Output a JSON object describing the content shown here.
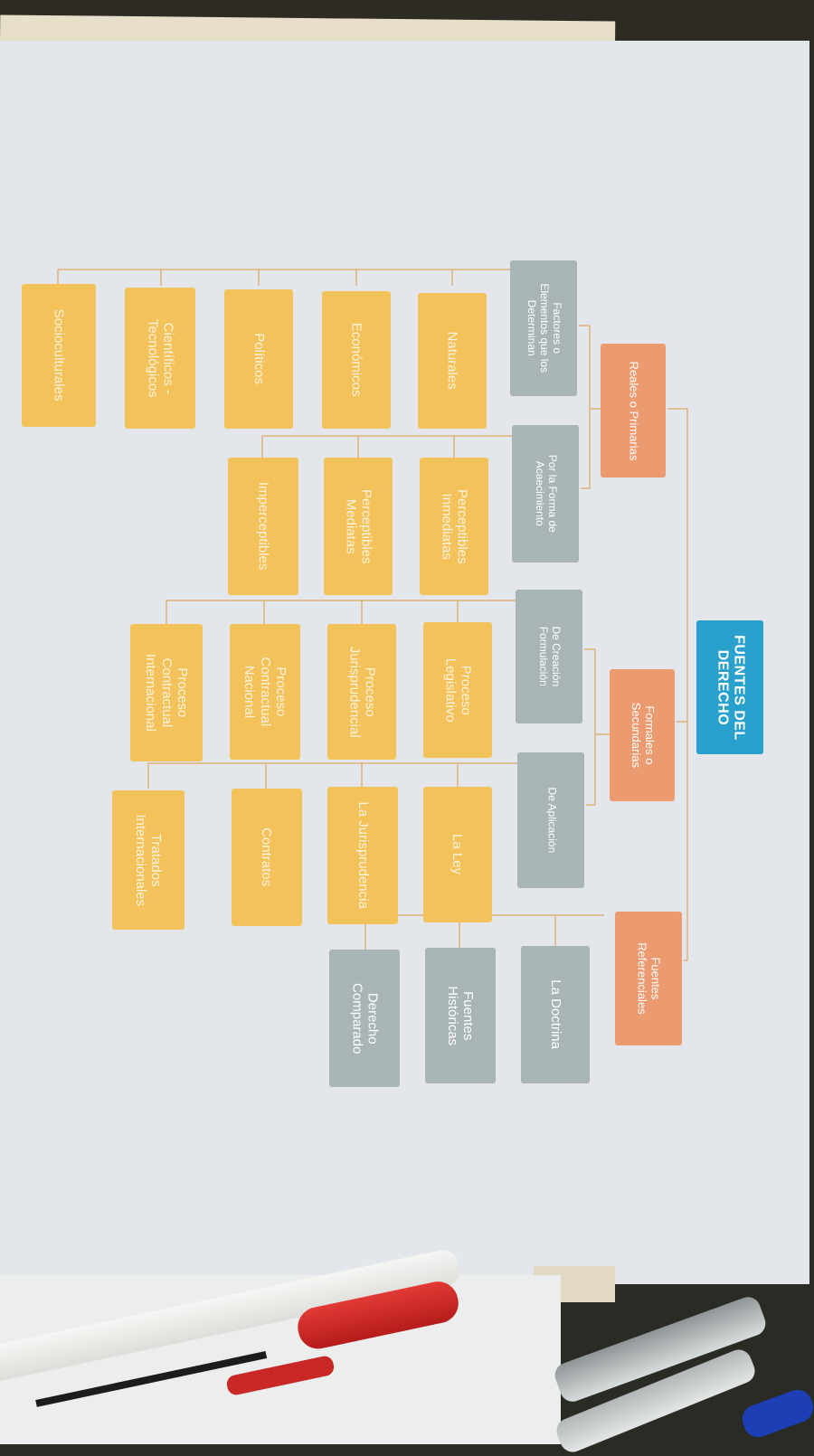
{
  "diagram": {
    "root": "FUENTES DEL\nDERECHO",
    "categories": [
      {
        "label": "Reales o Primarias",
        "groups": [
          {
            "label": "Factores o\nElementos que los\nDeterminan",
            "items": [
              "Naturales",
              "Económicos",
              "Políticos",
              "Científicos -\nTecnológicos",
              "Socioculturales"
            ]
          },
          {
            "label": "Por la Forma de\nAcaecimiento",
            "items": [
              "Perceptibles\nInmediatas",
              "Perceptibles\nMediatas",
              "Imperceptibles"
            ]
          }
        ]
      },
      {
        "label": "Formales o\nSecundarias",
        "groups": [
          {
            "label": "De Creación\nFormulación",
            "items": [
              "Proceso\nLegislativo",
              "Proceso\nJurisprudencial",
              "Proceso\nContractual\nNacional",
              "Proceso\nContractual\nInternacional"
            ]
          },
          {
            "label": "De Aplicación",
            "items": [
              "La Ley",
              "La Jurisprudencia",
              "Contratos",
              "Tratados\nInternacionales"
            ]
          }
        ]
      },
      {
        "label": "Fuentes\nReferenciales",
        "items": [
          "La Doctrina",
          "Fuentes\nHistóricas",
          "Derecho\nComparado"
        ]
      }
    ]
  },
  "colors": {
    "root": "#2aa1cc",
    "category": "#ec9a70",
    "group": "#a9b4b6",
    "leaf": "#f3c25a",
    "connector": "#e0b27a"
  }
}
